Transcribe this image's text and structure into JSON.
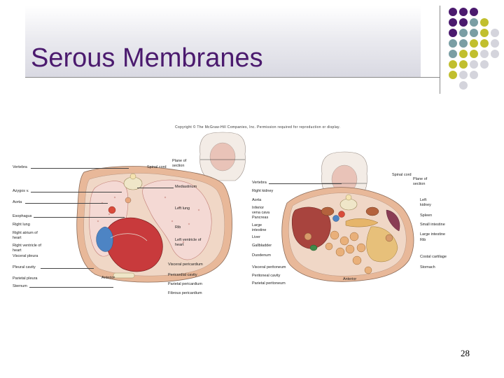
{
  "slide": {
    "title": "Serous Membranes",
    "page_number": "28",
    "copyright": "Copyright © The McGraw-Hill Companies, Inc. Permission required for reproduction or display."
  },
  "theme": {
    "dot_purple": "#4b1a6e",
    "dot_teal": "#7a9ea4",
    "dot_olive": "#c1bf2e",
    "dot_gray": "#d4d4dc"
  },
  "labels": {
    "left": {
      "vertebra": "Vertebra",
      "spinal_cord": "Spinal cord",
      "plane_of_section": "Plane of section",
      "mediastinum": "Mediastinum",
      "azygos_v": "Azygos v.",
      "aorta": "Aorta",
      "left_lung": "Left lung",
      "esophagus": "Esophagus",
      "right_lung": "Right lung",
      "rib": "Rib",
      "right_atrium": "Right atrium of heart",
      "left_ventricle": "Left ventricle of heart",
      "right_ventricle": "Right ventricle of heart",
      "visceral_pleura": "Visceral pleura",
      "visceral_pericardium": "Visceral pericardium",
      "pleural_cavity": "Pleural cavity",
      "pericardial_cavity": "Pericardial cavity",
      "parietal_pleura": "Parietal pleura",
      "anterior": "Anterior",
      "parietal_pericardium": "Parietal pericardium",
      "sternum": "Sternum",
      "fibrous_pericardium": "Fibrous pericardium"
    },
    "right": {
      "spinal_cord": "Spinal cord",
      "plane_of_section": "Plane of section",
      "vertebra": "Vertebra",
      "right_kidney": "Right kidney",
      "aorta": "Aorta",
      "left_kidney": "Left kidney",
      "inferior_vena_cava": "Inferior vena cava",
      "pancreas": "Pancreas",
      "spleen": "Spleen",
      "large_intestine_l": "Large intestine",
      "small_intestine": "Small intestine",
      "large_intestine_r": "Large intestine",
      "liver": "Liver",
      "rib": "Rib",
      "gallbladder": "Gallbladder",
      "duodenum": "Duodenum",
      "costal_cartilage": "Costal cartilage",
      "visceral_peritoneum": "Visceral peritoneum",
      "stomach": "Stomach",
      "peritoneal_cavity": "Peritoneal cavity",
      "anterior": "Anterior",
      "parietal_peritoneum": "Parietal peritoneum"
    }
  }
}
